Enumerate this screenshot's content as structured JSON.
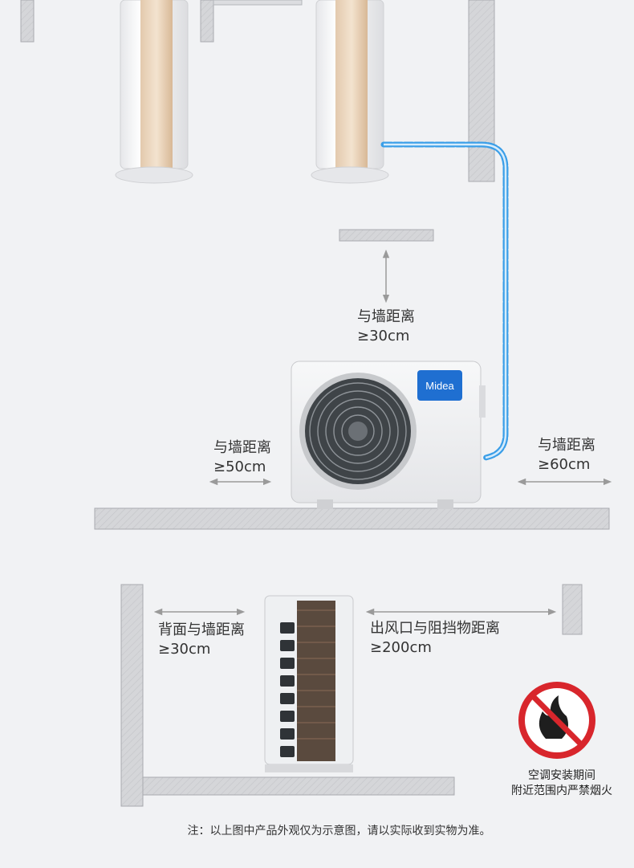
{
  "brand": {
    "logo_text": "Midea",
    "color": "#1f6fd1"
  },
  "colors": {
    "pipe": "#3a9ee8",
    "wall": "#d5d6d9",
    "wall_edge": "#a9abaf",
    "sign_red": "#d8262c",
    "background": "#f1f2f4"
  },
  "clearances": {
    "top": {
      "line1": "与墙距离",
      "line2": "≥30cm"
    },
    "left": {
      "line1": "与墙距离",
      "line2": "≥50cm"
    },
    "right": {
      "line1": "与墙距离",
      "line2": "≥60cm"
    },
    "back": {
      "line1": "背面与墙距离",
      "line2": "≥30cm"
    },
    "front": {
      "line1": "出风口与阻挡物距离",
      "line2": "≥200cm"
    }
  },
  "warning": {
    "line1": "空调安装期间",
    "line2": "附近范围内严禁烟火",
    "icon": "no-fire-icon"
  },
  "footnote": "注：以上图中产品外观仅为示意图，请以实际收到实物为准。"
}
